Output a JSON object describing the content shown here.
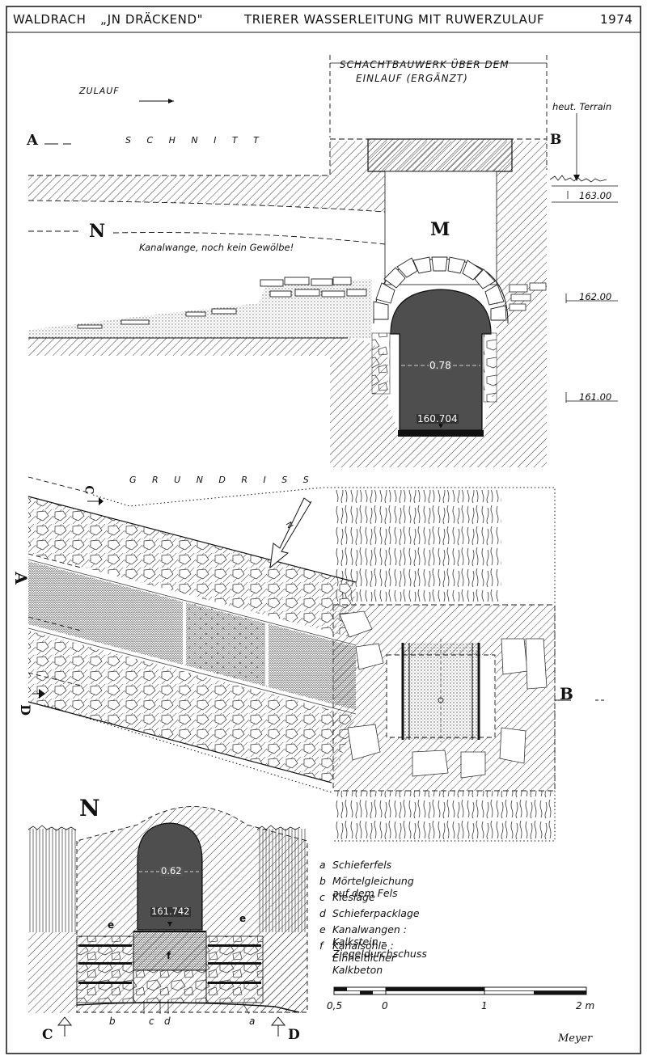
{
  "header": {
    "place": "WALDRACH",
    "site": "„JN DRÄCKEND\"",
    "subject": "TRIERER  WASSERLEITUNG MIT RUWERZULAUF",
    "year": "1974"
  },
  "section": {
    "heading": "S C H N I T T",
    "label_a": "A",
    "label_b": "B",
    "label_n": "N",
    "label_m": "M",
    "inflow": "ZULAUF",
    "shaft_line1": "SCHACHTBAUWERK ÜBER DEM",
    "shaft_line2": "EINLAUF   (ERGÄNZT)",
    "terrain": "heut. Terrain",
    "note": "Kanalwange,  noch kein Gewölbe!",
    "width": "0.78",
    "floor_level": "160.704",
    "levels": [
      "163.00",
      "162.00",
      "161.00"
    ]
  },
  "plan": {
    "heading": "G R U N D R I S S",
    "label_a": "A",
    "label_b": "B",
    "label_c": "C",
    "label_d": "D",
    "north": "N"
  },
  "cross": {
    "label_n": "N",
    "width": "0.62",
    "floor_level": "161.742",
    "layer_e_left": "e",
    "layer_e_right": "e",
    "layer_f": "f",
    "bottom_letters": [
      "b",
      "c",
      "d",
      "a"
    ],
    "label_c": "C",
    "label_d": "D"
  },
  "legend": [
    {
      "key": "a",
      "text": "Schieferfels"
    },
    {
      "key": "b",
      "text": "Mörtelgleichung auf dem Fels"
    },
    {
      "key": "c",
      "text": "Kieslage"
    },
    {
      "key": "d",
      "text": "Schieferpacklage"
    },
    {
      "key": "e",
      "text": "Kanalwangen : Kalkstein – Ziegeldurchschuss"
    },
    {
      "key": "f",
      "text": "Kanalsohle : Einheitlicher Kalkbeton"
    }
  ],
  "scale": {
    "ticks": [
      "0,5",
      "0",
      "1",
      "2 m"
    ]
  },
  "signature": "Meyer",
  "colors": {
    "ink": "#111111",
    "paper": "#ffffff"
  }
}
